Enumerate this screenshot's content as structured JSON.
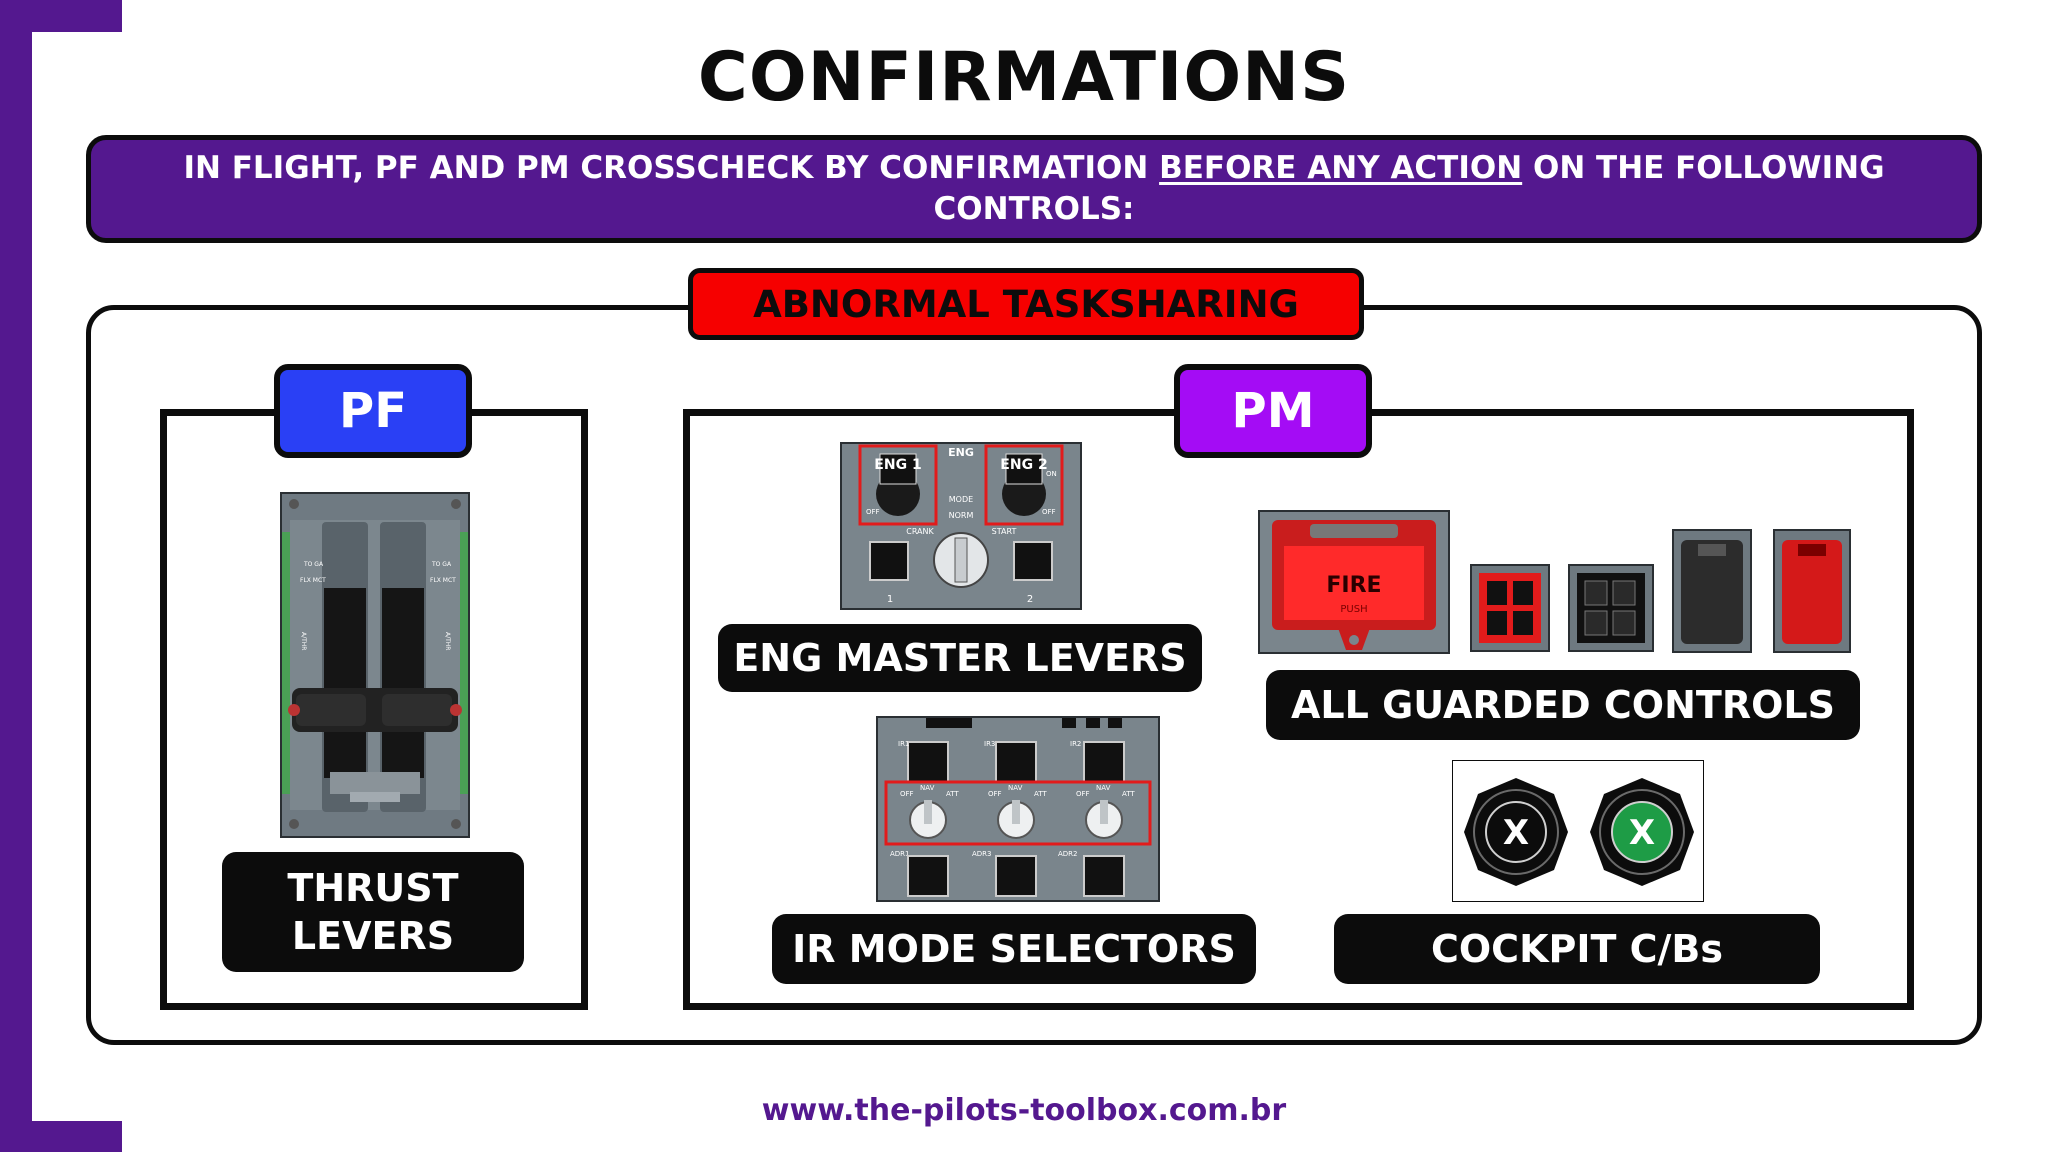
{
  "title": "CONFIRMATIONS",
  "banner": {
    "text_before": "IN FLIGHT, PF AND PM CROSSCHECK BY CONFIRMATION ",
    "text_emphasis": "BEFORE ANY ACTION",
    "text_after": " ON THE FOLLOWING CONTROLS:"
  },
  "section_label": "ABNORMAL TASKSHARING",
  "pf": {
    "tag": "PF",
    "control_label": "THRUST LEVERS",
    "panel_marks": {
      "toga": "TO GA",
      "flx": "FLX MCT",
      "athr": "A/THR"
    }
  },
  "pm": {
    "tag": "PM",
    "controls": {
      "eng_master": "ENG MASTER LEVERS",
      "guarded": "ALL GUARDED CONTROLS",
      "ir_mode": "IR MODE SELECTORS",
      "circuit_breakers": "COCKPIT C/Bs"
    },
    "eng_panel": {
      "title": "ENG",
      "switch1": "ENG 1",
      "switch2": "ENG 2",
      "mode": "MODE",
      "norm": "NORM",
      "crank": "CRANK",
      "start": "START",
      "off": "OFF",
      "on": "ON",
      "num1": "1",
      "num2": "2"
    },
    "fire_button": {
      "main": "FIRE",
      "sub": "PUSH"
    },
    "ir_panel": {
      "ir_labels": [
        "IR1",
        "IR3",
        "IR2"
      ],
      "adr_labels": [
        "ADR1",
        "ADR3",
        "ADR2"
      ],
      "off": "OFF",
      "nav": "NAV",
      "att": "ATT"
    },
    "cb_symbol": "X"
  },
  "colors": {
    "brand_purple": "#54188f",
    "pf_blue": "#2a40f5",
    "pm_purple": "#a40cf5",
    "alert_red": "#f60000",
    "cb_green": "#1e9c46"
  },
  "footer": "www.the-pilots-toolbox.com.br"
}
